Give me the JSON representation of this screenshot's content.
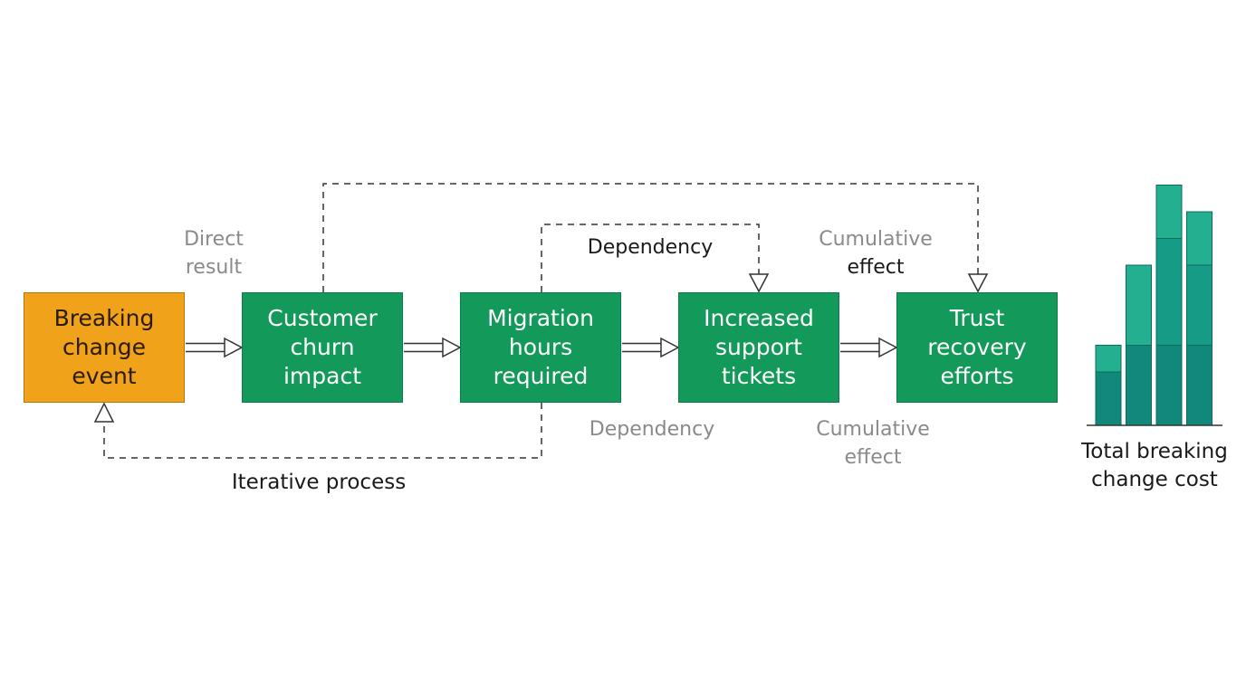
{
  "nodes": [
    {
      "id": "breaking-change-event",
      "label": "Breaking change event",
      "lines": [
        "Breaking",
        "change",
        "event"
      ],
      "fill": "#f0a21a"
    },
    {
      "id": "customer-churn-impact",
      "label": "Customer churn impact",
      "lines": [
        "Customer",
        "churn",
        "impact"
      ],
      "fill": "#13995a"
    },
    {
      "id": "migration-hours-required",
      "label": "Migration hours required",
      "lines": [
        "Migration",
        "hours",
        "required"
      ],
      "fill": "#13995a"
    },
    {
      "id": "increased-support-tickets",
      "label": "Increased support tickets",
      "lines": [
        "Increased",
        "support",
        "tickets"
      ],
      "fill": "#13995a"
    },
    {
      "id": "trust-recovery-efforts",
      "label": "Trust recovery efforts",
      "lines": [
        "Trust",
        "recovery",
        "efforts"
      ],
      "fill": "#13995a"
    }
  ],
  "edges": [
    {
      "from": "breaking-change-event",
      "to": "customer-churn-impact",
      "style": "double-arrow"
    },
    {
      "from": "customer-churn-impact",
      "to": "migration-hours-required",
      "style": "double-arrow"
    },
    {
      "from": "migration-hours-required",
      "to": "increased-support-tickets",
      "style": "double-arrow"
    },
    {
      "from": "increased-support-tickets",
      "to": "trust-recovery-efforts",
      "style": "double-arrow"
    },
    {
      "from": "customer-churn-impact",
      "to": "trust-recovery-efforts",
      "style": "dashed"
    },
    {
      "from": "migration-hours-required",
      "to": "increased-support-tickets",
      "style": "dashed",
      "label": "Dependency"
    },
    {
      "from": "migration-hours-required",
      "to": "breaking-change-event",
      "style": "dashed",
      "label": "Iterative process"
    }
  ],
  "labels": {
    "direct_result": [
      "Direct",
      "result"
    ],
    "dependency_top": "Dependency",
    "cumulative_top": [
      "Cumulative",
      "effect"
    ],
    "dependency_bottom": "Dependency",
    "cumulative_bottom": [
      "Cumulative",
      "effect"
    ],
    "iterative_process": "Iterative process"
  },
  "cost_chart": {
    "caption": [
      "Total breaking",
      "change cost"
    ],
    "bars": [
      {
        "segments": [
          2,
          1
        ]
      },
      {
        "segments": [
          3,
          3
        ]
      },
      {
        "segments": [
          3,
          4,
          2
        ]
      },
      {
        "segments": [
          3,
          3,
          2
        ]
      }
    ],
    "colors": {
      "bottom": "#11897a",
      "middle": "#169b86",
      "top": "#22b091",
      "edge": "#0d6b5f"
    }
  },
  "colors": {
    "event": "#f0a21a",
    "step": "#13995a",
    "line": "#333333",
    "muted_text": "#8a8a8a"
  }
}
